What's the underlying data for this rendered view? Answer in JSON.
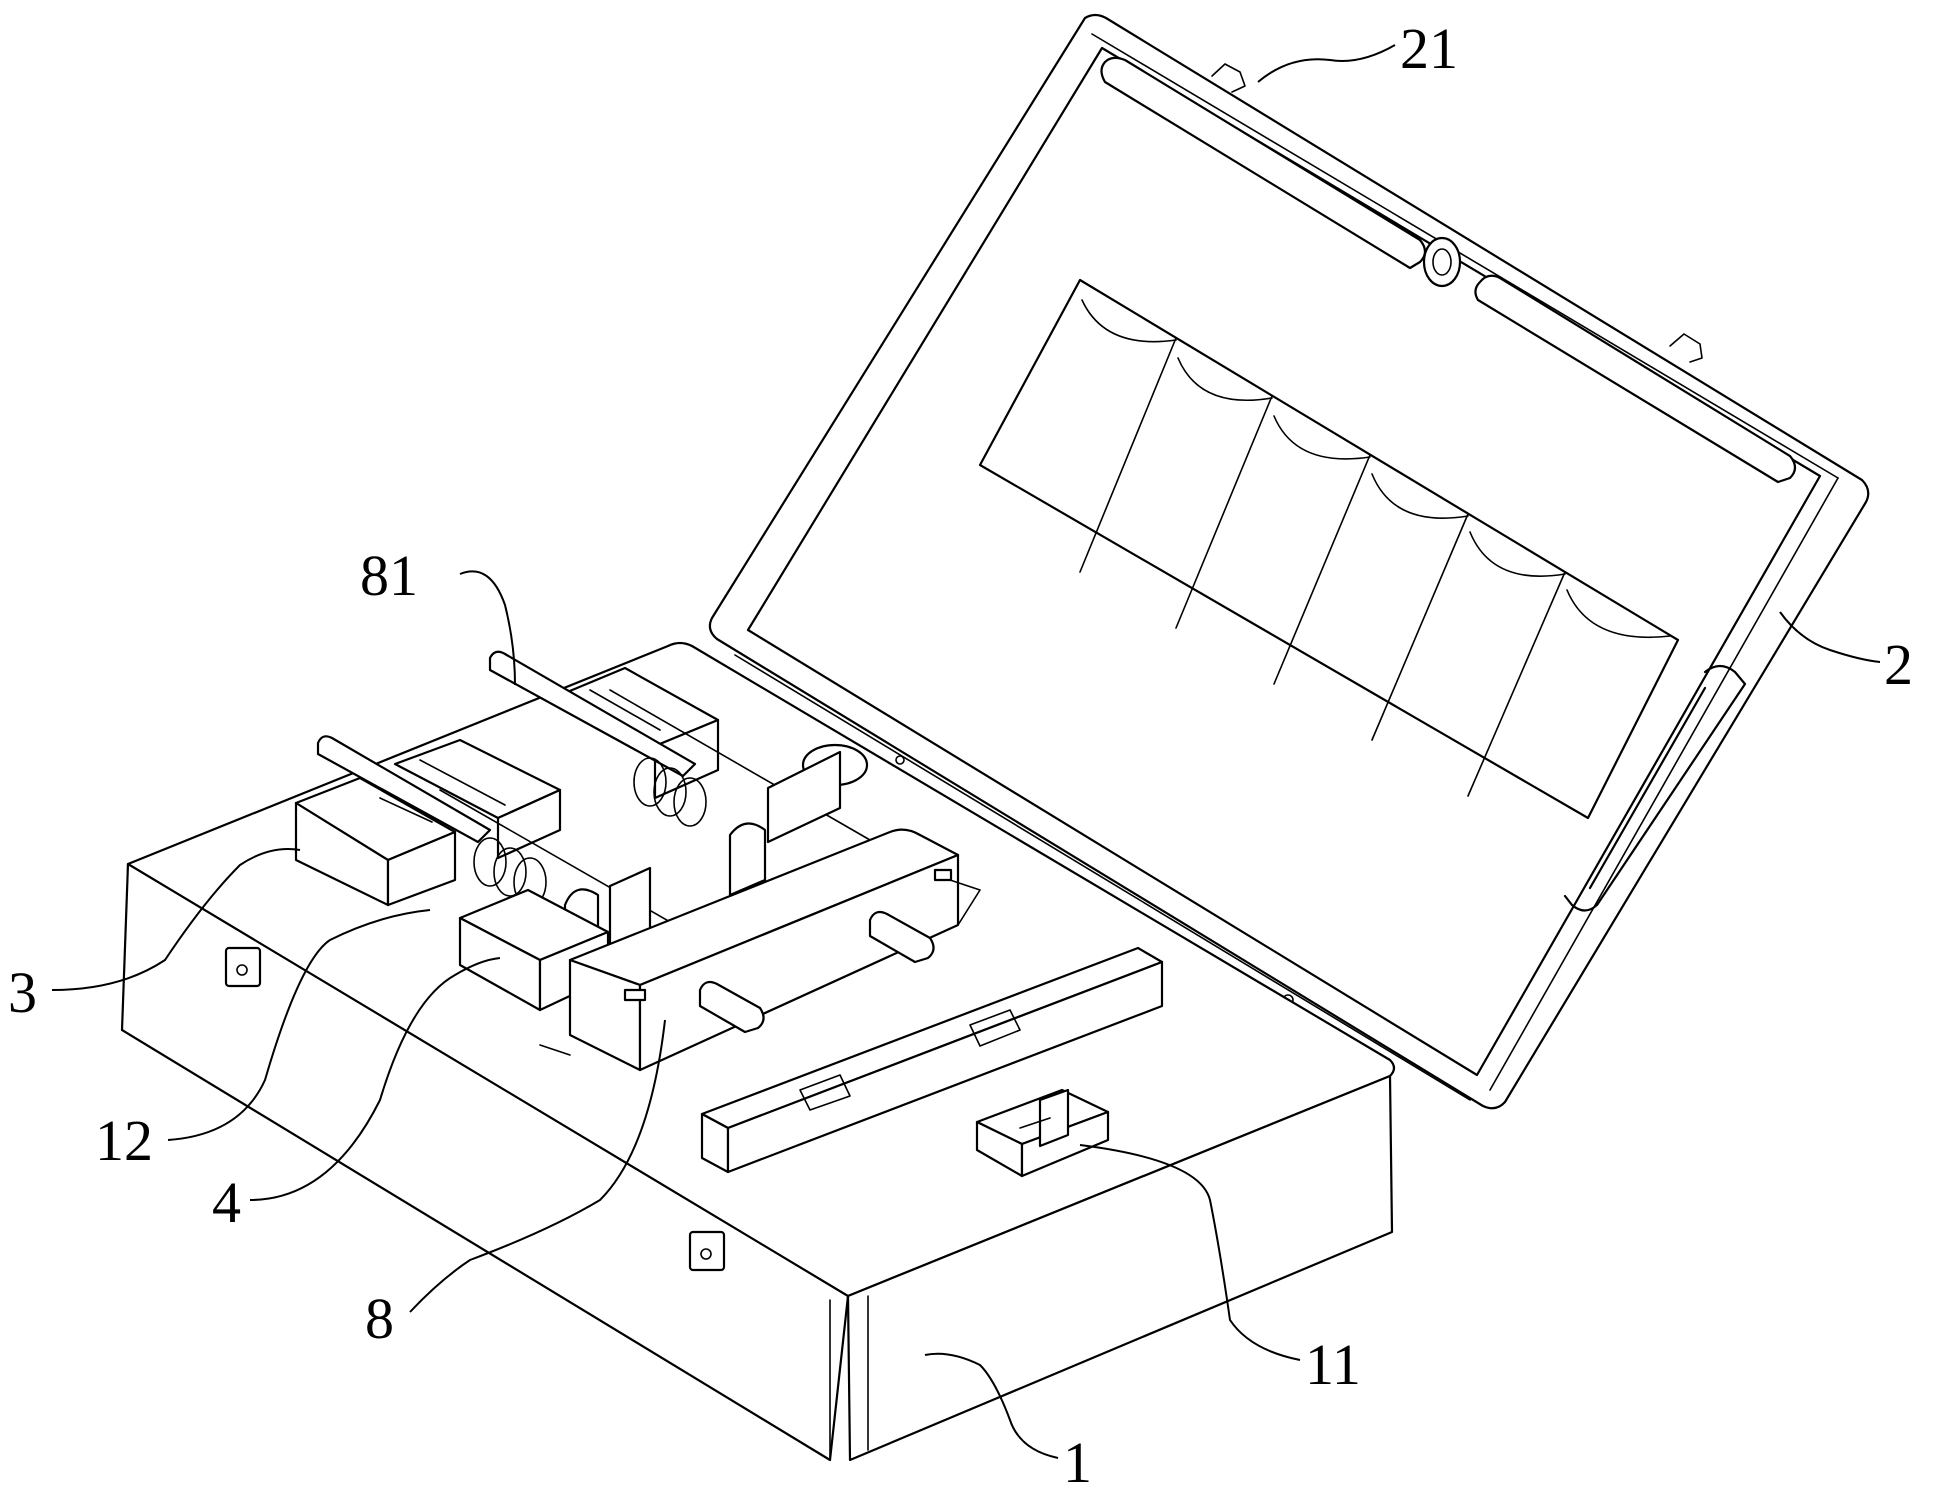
{
  "labels": {
    "lid_hinge_rod": "21",
    "lid": "2",
    "guide_rod": "81",
    "left_block": "3",
    "cavity": "12",
    "front_block": "4",
    "sliding_frame": "8",
    "small_holder": "11",
    "case_body": "1"
  },
  "colors": {
    "line": "#000000",
    "background": "#ffffff"
  }
}
